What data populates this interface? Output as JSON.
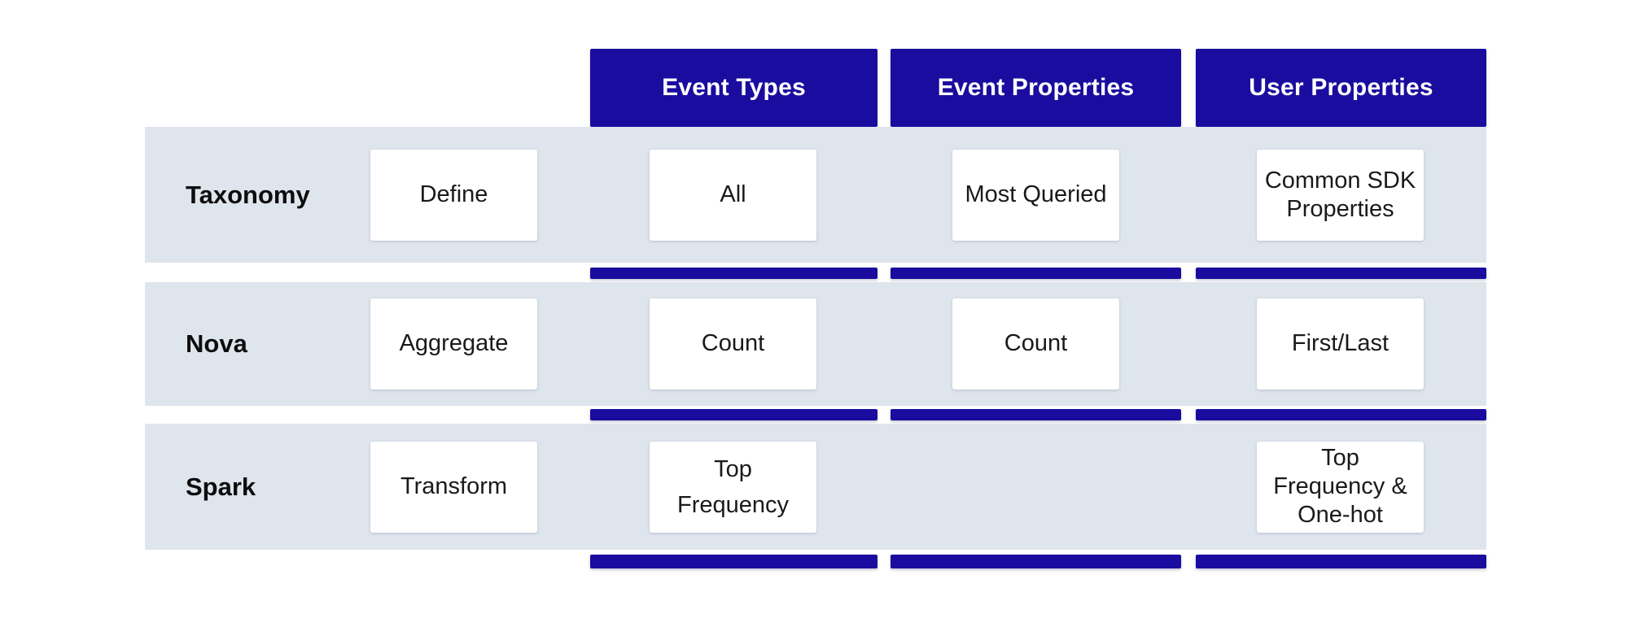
{
  "matrix": {
    "columns": [
      {
        "label": "Event Types"
      },
      {
        "label": "Event Properties"
      },
      {
        "label": "User Properties"
      }
    ],
    "rows": [
      {
        "label": "Taxonomy",
        "stage": "Define",
        "cells": [
          "All",
          "Most Queried",
          "Common SDK\nProperties"
        ]
      },
      {
        "label": "Nova",
        "stage": "Aggregate",
        "cells": [
          "Count",
          "Count",
          "First/Last"
        ]
      },
      {
        "label": "Spark",
        "stage": "Transform",
        "cells": [
          "Top\nFrequency",
          "",
          "Top\nFrequency &\nOne-hot"
        ]
      }
    ],
    "colors": {
      "primary_blue": "#1A0C9E",
      "row_band": "#DFE5ED",
      "card_bg": "#FFFFFF",
      "header_text": "#FFFFFF",
      "body_text": "#1A1A1A"
    }
  }
}
